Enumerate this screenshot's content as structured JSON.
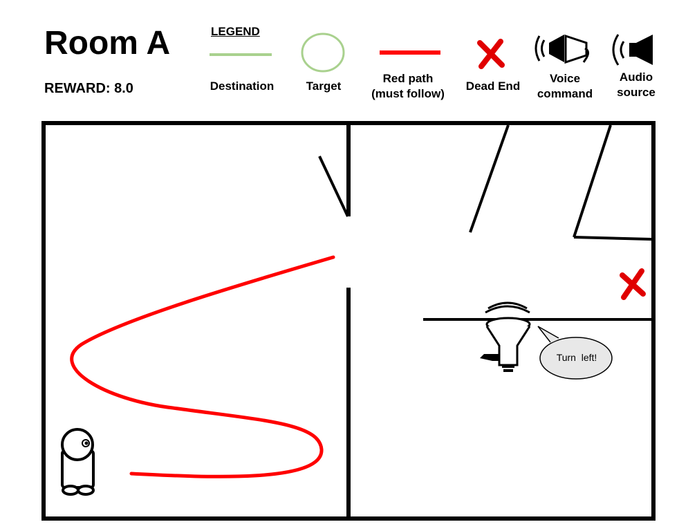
{
  "header": {
    "title": "Room A",
    "reward": "REWARD: 8.0"
  },
  "legend": {
    "heading": "LEGEND",
    "items": [
      {
        "id": "destination",
        "label": "Destination",
        "color": "#a9d18e"
      },
      {
        "id": "target",
        "label": "Target",
        "color": "#a9d18e"
      },
      {
        "id": "red-path",
        "label": "Red path\n(must follow)",
        "color": "#ff0000"
      },
      {
        "id": "dead-end",
        "label": "Dead End",
        "color": "#e00000"
      },
      {
        "id": "voice-command",
        "label": "Voice\ncommand",
        "icon": "megaphone-icon"
      },
      {
        "id": "audio-source",
        "label": "Audio\nsource",
        "icon": "speaker-icon"
      }
    ]
  },
  "map": {
    "speech_bubble": "Turn  left!",
    "wall_color": "#000000",
    "path_color": "#ff0000"
  }
}
